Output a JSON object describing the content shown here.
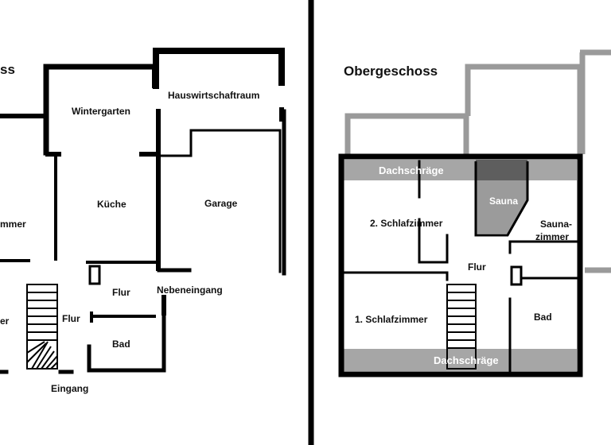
{
  "left_plan": {
    "title_fragment": "ss",
    "rooms": {
      "wintergarten": "Wintergarten",
      "hauswirtschaftraum": "Hauswirtschaftraum",
      "kueche": "Küche",
      "garage": "Garage",
      "zimmer_fragment": "mmer",
      "flur_upper": "Flur",
      "nebeneingang": "Nebeneingang",
      "flur_lower": "Flur",
      "bad": "Bad",
      "er_fragment": "er",
      "eingang": "Eingang"
    }
  },
  "right_plan": {
    "title": "Obergeschoss",
    "rooms": {
      "dachschraege_top": "Dachschräge",
      "sauna": "Sauna",
      "schlafzimmer_2": "2. Schlafzimmer",
      "saunazimmer_line1": "Sauna-",
      "saunazimmer_line2": "zimmer",
      "flur": "Flur",
      "schlafzimmer_1": "1. Schlafzimmer",
      "bad": "Bad",
      "dachschraege_bottom": "Dachschräge"
    }
  },
  "colors": {
    "wall": "#000000",
    "roof_outline": "#9a9a9a",
    "slope_band": "#a6a6a6",
    "sauna_fill": "#9b9b9b",
    "sauna_dark": "#5e5e5e",
    "background": "#ffffff"
  }
}
